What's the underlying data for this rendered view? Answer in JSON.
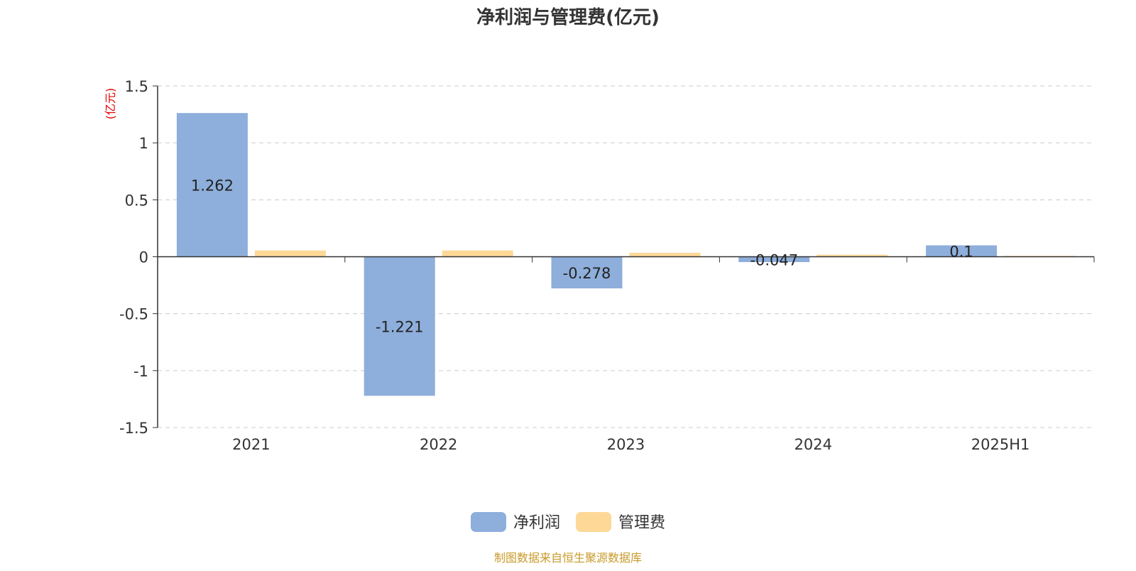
{
  "chart_data": {
    "type": "bar",
    "title": "净利润与管理费(亿元)",
    "unit_label": "(亿元)",
    "categories": [
      "2021",
      "2022",
      "2023",
      "2024",
      "2025H1"
    ],
    "series": [
      {
        "name": "净利润",
        "color": "#8eaedb",
        "values": [
          1.262,
          -1.221,
          -0.278,
          -0.047,
          0.1
        ],
        "labels": [
          "1.262",
          "-1.221",
          "-0.278",
          "-0.047",
          "0.1"
        ]
      },
      {
        "name": "管理费",
        "color": "#fdd897",
        "values": [
          0.055,
          0.055,
          0.035,
          0.018,
          0.008
        ],
        "labels": []
      }
    ],
    "ylim": [
      -1.5,
      1.5
    ],
    "yticks": [
      1.5,
      1,
      0.5,
      0,
      -0.5,
      -1,
      -1.5
    ],
    "ytick_labels": [
      "1.5",
      "1",
      "0.5",
      "0",
      "-0.5",
      "-1",
      "-1.5"
    ],
    "grid": true,
    "legend_position": "bottom-center",
    "source_note": "制图数据来自恒生聚源数据库",
    "colors": {
      "title": "#333333",
      "unit": "#e60000",
      "axis": "#333333",
      "grid": "#cccccc",
      "source": "#c89b2a"
    }
  }
}
